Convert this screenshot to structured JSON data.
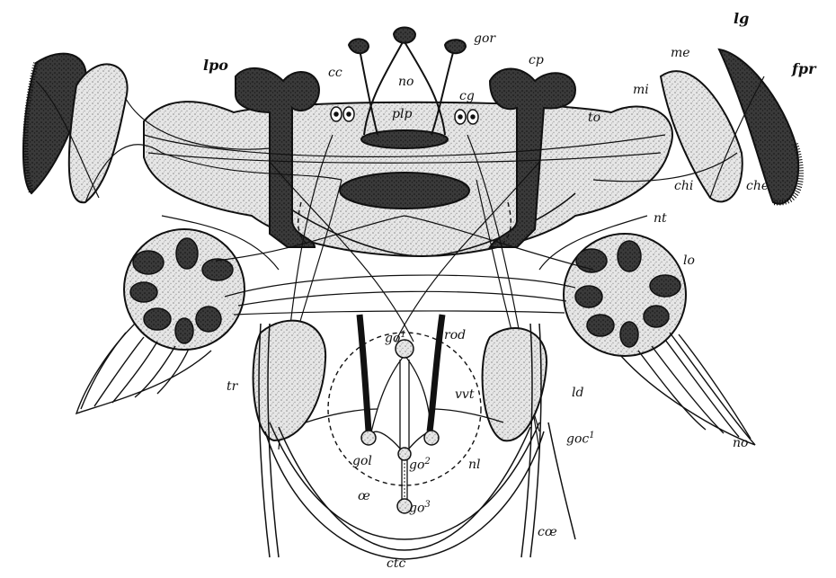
{
  "figure": {
    "colors": {
      "ink": "#111111",
      "stipple": "#d8d8d8",
      "dark_mass": "#2a2a2a",
      "background": "#ffffff"
    },
    "labels": {
      "lg": "lg",
      "fpr": "fpr",
      "me": "me",
      "mi": "mi",
      "to": "to",
      "chi": "chi",
      "che": "che",
      "nt": "nt",
      "lo": "lo",
      "lpo": "lpo",
      "cc": "cc",
      "no": "no",
      "gor": "gor",
      "cp": "cp",
      "cg": "cg",
      "plp": "plp",
      "tr": "tr",
      "go1": "go",
      "go1_sup": "1",
      "rod": "rod",
      "vvt": "vvt",
      "ld": "ld",
      "goc1": "goc",
      "goc1_sup": "1",
      "no_lower": "no",
      "gol": "gol",
      "go2": "go",
      "go2_sup": "2",
      "nl": "nl",
      "oe": "œ",
      "go3": "go",
      "go3_sup": "3",
      "coe": "cœ",
      "ctc": "ctc"
    }
  }
}
